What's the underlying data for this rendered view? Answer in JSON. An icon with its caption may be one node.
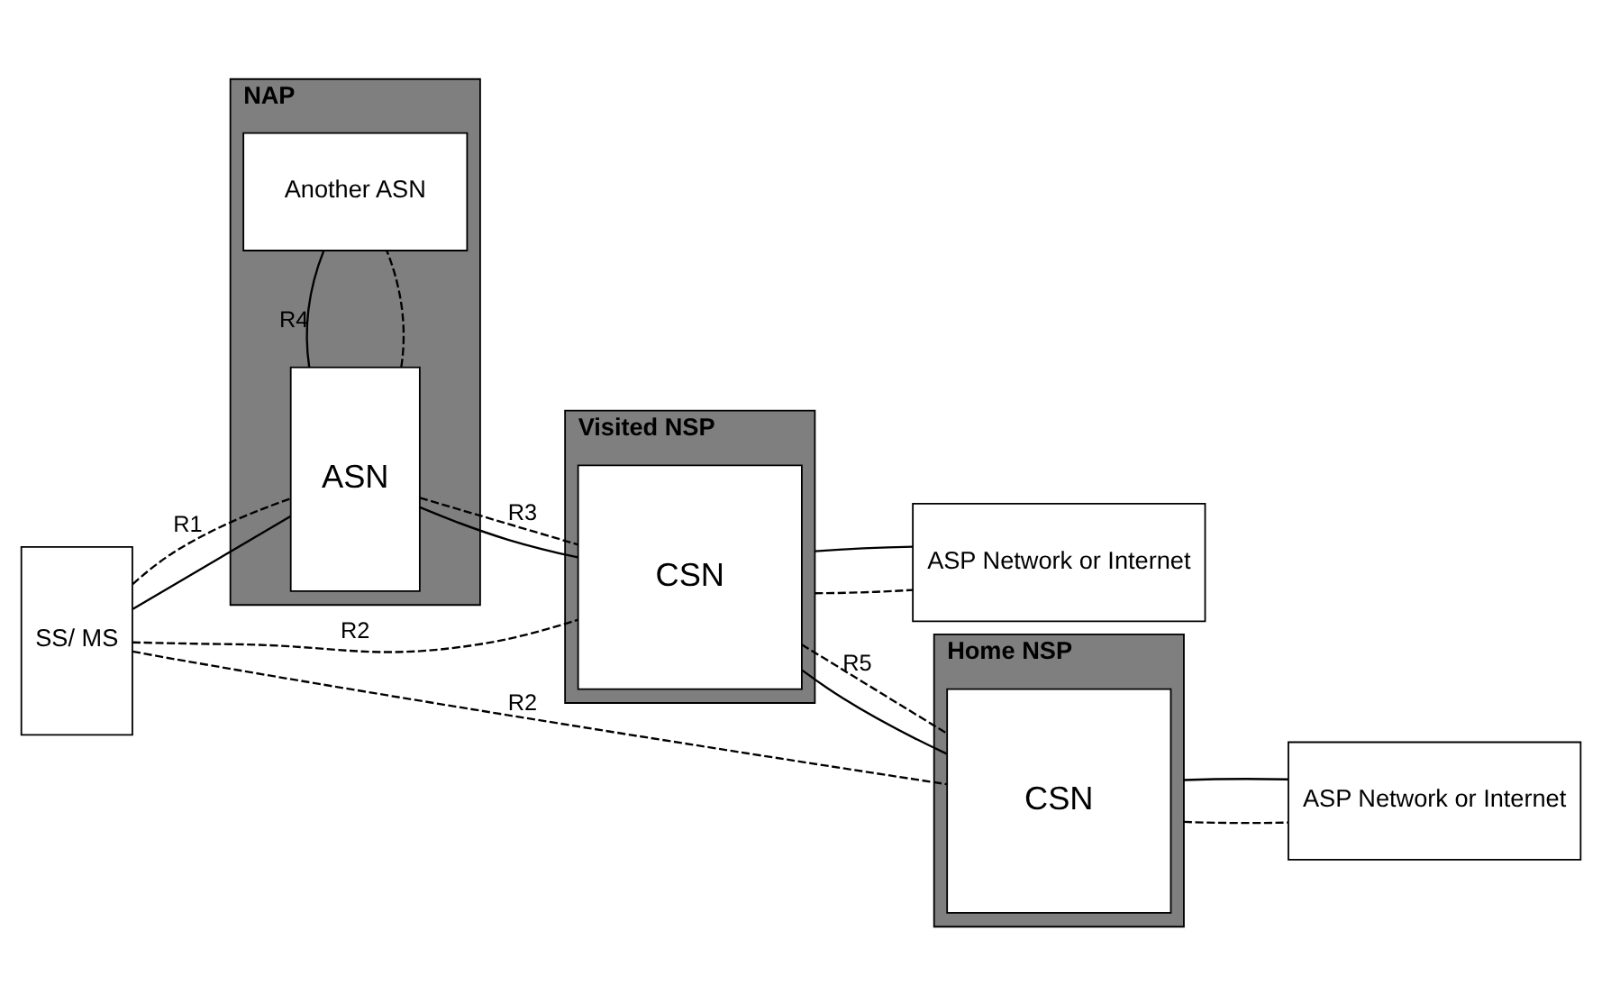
{
  "diagram": {
    "nodes": [
      {
        "text": [
          "NAP"
        ]
      },
      {
        "text": [
          "Visited NSP"
        ]
      },
      {
        "text": [
          "Home NSP"
        ]
      },
      {
        "text": [
          "SS/ MS"
        ]
      },
      {
        "text": [
          "ASN"
        ],
        "in": 0
      },
      {
        "text": [
          "Another ASN"
        ],
        "in": 0
      },
      {
        "text": [
          "CSN"
        ],
        "in": 1
      },
      {
        "text": [
          "CSN"
        ],
        "in": 2
      },
      {
        "text": [
          "ASP Network or Internet"
        ]
      },
      {
        "text": [
          "ASP Network or Internet"
        ]
      }
    ],
    "edges": [
      {
        "from": 3,
        "to": 7,
        "arrow": "none",
        "style": "dashed",
        "label": "R2"
      },
      {
        "from": 3,
        "to": 6,
        "arrow": "none",
        "style": "dashed",
        "label": "R2"
      },
      {
        "from": 3,
        "to": 4,
        "arrow": "none",
        "style": "dashed",
        "label": "R1"
      },
      {
        "from": 3,
        "to": 4,
        "arrow": "none"
      },
      {
        "from": 4,
        "to": 6,
        "arrow": "none",
        "style": "dashed",
        "label": "R3"
      },
      {
        "from": 4,
        "to": 6,
        "arrow": "none"
      },
      {
        "from": 6,
        "to": 7,
        "arrow": "none",
        "style": "dashed",
        "label": "R5"
      },
      {
        "from": 6,
        "to": 7,
        "arrow": "none"
      },
      {
        "from": 4,
        "to": 5,
        "arrow": "none",
        "style": "dashed"
      },
      {
        "from": 4,
        "to": 5,
        "arrow": "none",
        "label": "R4"
      },
      {
        "from": 1,
        "to": 8,
        "arrow": "none",
        "style": "dashed"
      },
      {
        "from": 1,
        "to": 8,
        "arrow": "none"
      },
      {
        "from": 2,
        "to": 9,
        "arrow": "none",
        "style": "dashed"
      },
      {
        "from": 2,
        "to": 9,
        "arrow": "none"
      }
    ]
  }
}
